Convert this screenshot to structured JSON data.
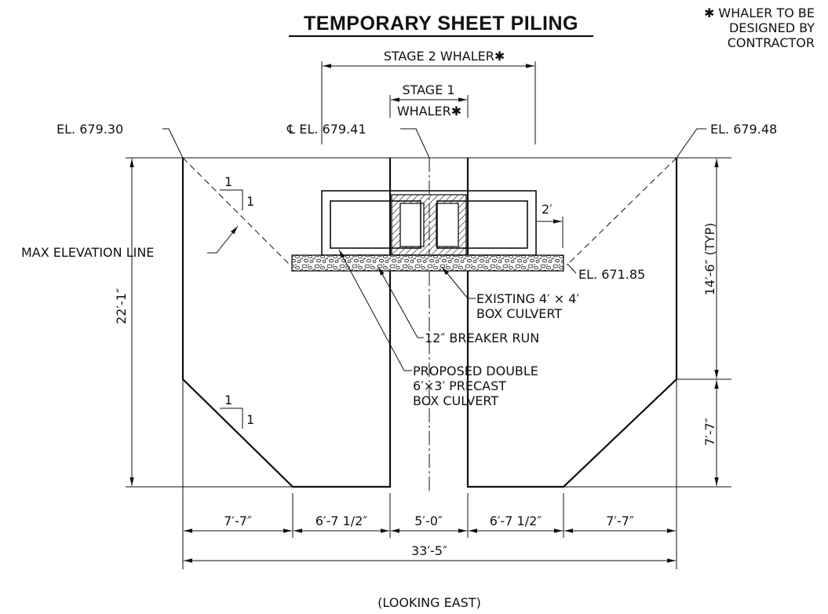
{
  "title": "TEMPORARY SHEET PILING",
  "note": {
    "line1": "✱ WHALER TO BE",
    "line2": "DESIGNED BY",
    "line3": "CONTRACTOR"
  },
  "stage2_whaler": "STAGE 2 WHALER✱",
  "stage1_whaler": {
    "line1": "STAGE 1",
    "line2": "WHALER✱"
  },
  "elevations": {
    "left": "EL. 679.30",
    "center": "℄ EL. 679.41",
    "right": "EL. 679.48",
    "bedding": "EL. 671.85"
  },
  "slope_label": {
    "rise": "1",
    "run": "1"
  },
  "labels": {
    "max_elevation_line": "MAX ELEVATION LINE",
    "existing_culvert": {
      "line1": "EXISTING 4′ × 4′",
      "line2": "BOX CULVERT"
    },
    "breaker_run": "12″ BREAKER RUN",
    "proposed_culvert": {
      "line1": "PROPOSED DOUBLE",
      "line2": "6′×3′ PRECAST",
      "line3": "BOX CULVERT"
    }
  },
  "dimensions": {
    "overall_height": "22′-1″",
    "upper_height": "14′-6″ (TYP)",
    "lower_height": "7′-7″",
    "culvert_offset": "2′",
    "bottom_segments": [
      "7′-7″",
      "6′-7 1/2″",
      "5′-0″",
      "6′-7 1/2″",
      "7′-7″"
    ],
    "overall_width": "33′-5″"
  },
  "footer": "(LOOKING EAST)"
}
